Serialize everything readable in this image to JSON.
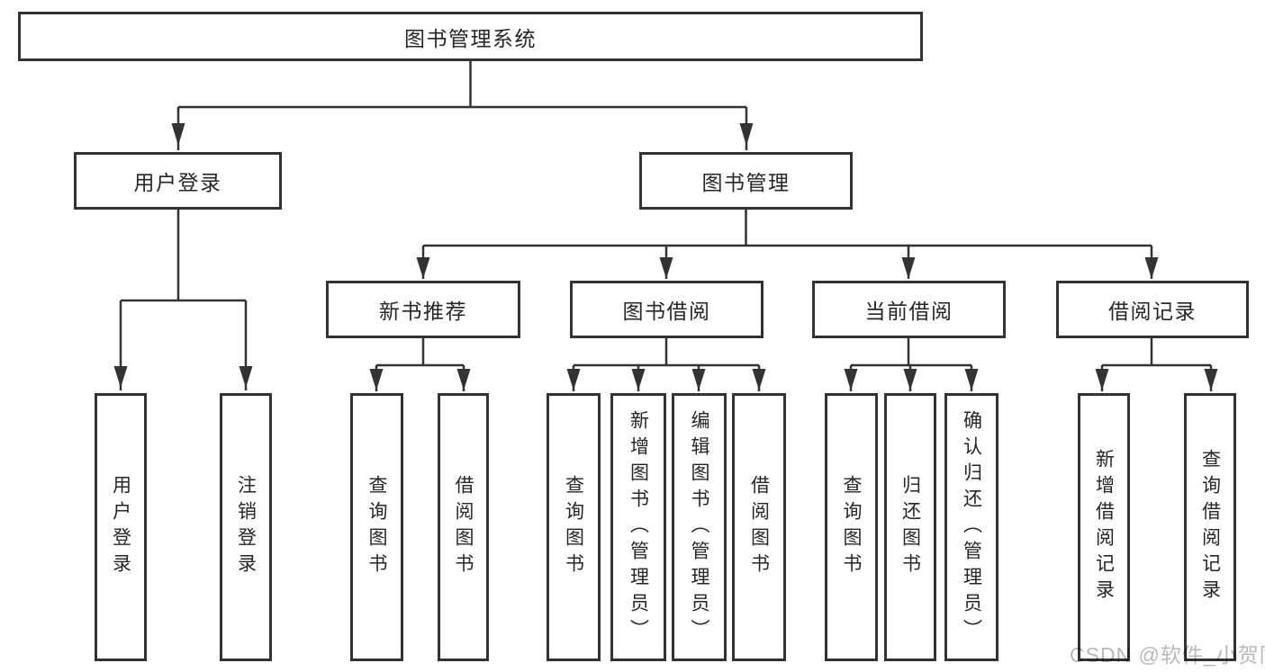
{
  "diagram": {
    "title": "图书管理系统",
    "watermark": "CSDN @软件_小贺同学",
    "colors": {
      "line": "#333333",
      "text": "#262626",
      "box_fill": "#ffffff",
      "background": "#ffffff",
      "watermark": "#b9b9b9"
    },
    "tree": {
      "root": {
        "label": "图书管理系统"
      },
      "level1": [
        {
          "label": "用户登录",
          "children": [
            {
              "label": "用户登录"
            },
            {
              "label": "注销登录"
            }
          ]
        },
        {
          "label": "图书管理",
          "children": [
            {
              "label": "新书推荐",
              "children": [
                {
                  "label": "查询图书"
                },
                {
                  "label": "借阅图书"
                }
              ]
            },
            {
              "label": "图书借阅",
              "children": [
                {
                  "label": "查询图书"
                },
                {
                  "label": "新增图书（管理员）"
                },
                {
                  "label": "编辑图书（管理员）"
                },
                {
                  "label": "借阅图书"
                }
              ]
            },
            {
              "label": "当前借阅",
              "children": [
                {
                  "label": "查询图书"
                },
                {
                  "label": "归还图书"
                },
                {
                  "label": "确认归还（管理员）"
                }
              ]
            },
            {
              "label": "借阅记录",
              "children": [
                {
                  "label": "新增借阅记录"
                },
                {
                  "label": "查询借阅记录"
                }
              ]
            }
          ]
        }
      ]
    }
  }
}
